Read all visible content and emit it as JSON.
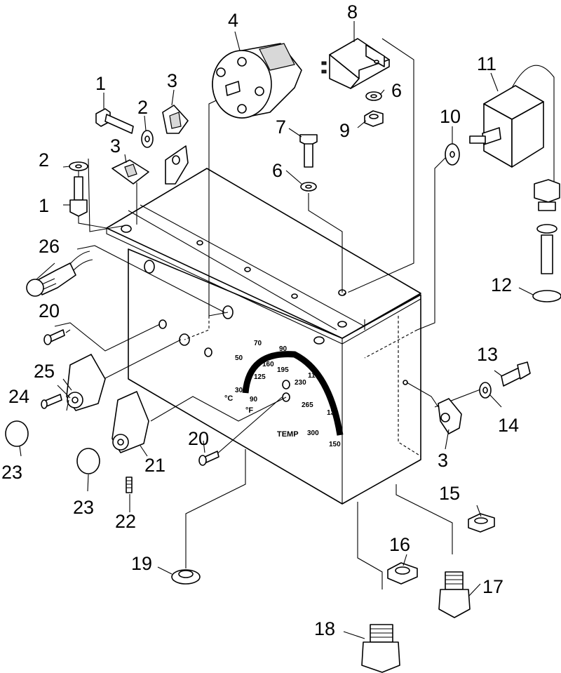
{
  "callouts": {
    "c1a": "1",
    "c1b": "1",
    "c2a": "2",
    "c2b": "2",
    "c3a": "3",
    "c3b": "3",
    "c3c": "3",
    "c4": "4",
    "c6a": "6",
    "c6b": "6",
    "c7": "7",
    "c8": "8",
    "c9": "9",
    "c10": "10",
    "c11": "11",
    "c12": "12",
    "c13": "13",
    "c14": "14",
    "c15": "15",
    "c16": "16",
    "c17": "17",
    "c18": "18",
    "c19": "19",
    "c20a": "20",
    "c20b": "20",
    "c21": "21",
    "c22": "22",
    "c23a": "23",
    "c23b": "23",
    "c24": "24",
    "c25": "25",
    "c26": "26"
  },
  "dial": {
    "celsius": [
      "30",
      "50",
      "70",
      "90",
      "110",
      "130",
      "150"
    ],
    "fahrenheit": [
      "90",
      "125",
      "160",
      "195",
      "230",
      "265",
      "300"
    ],
    "unit_c": "°C",
    "unit_f": "°F",
    "label": "TEMP"
  }
}
